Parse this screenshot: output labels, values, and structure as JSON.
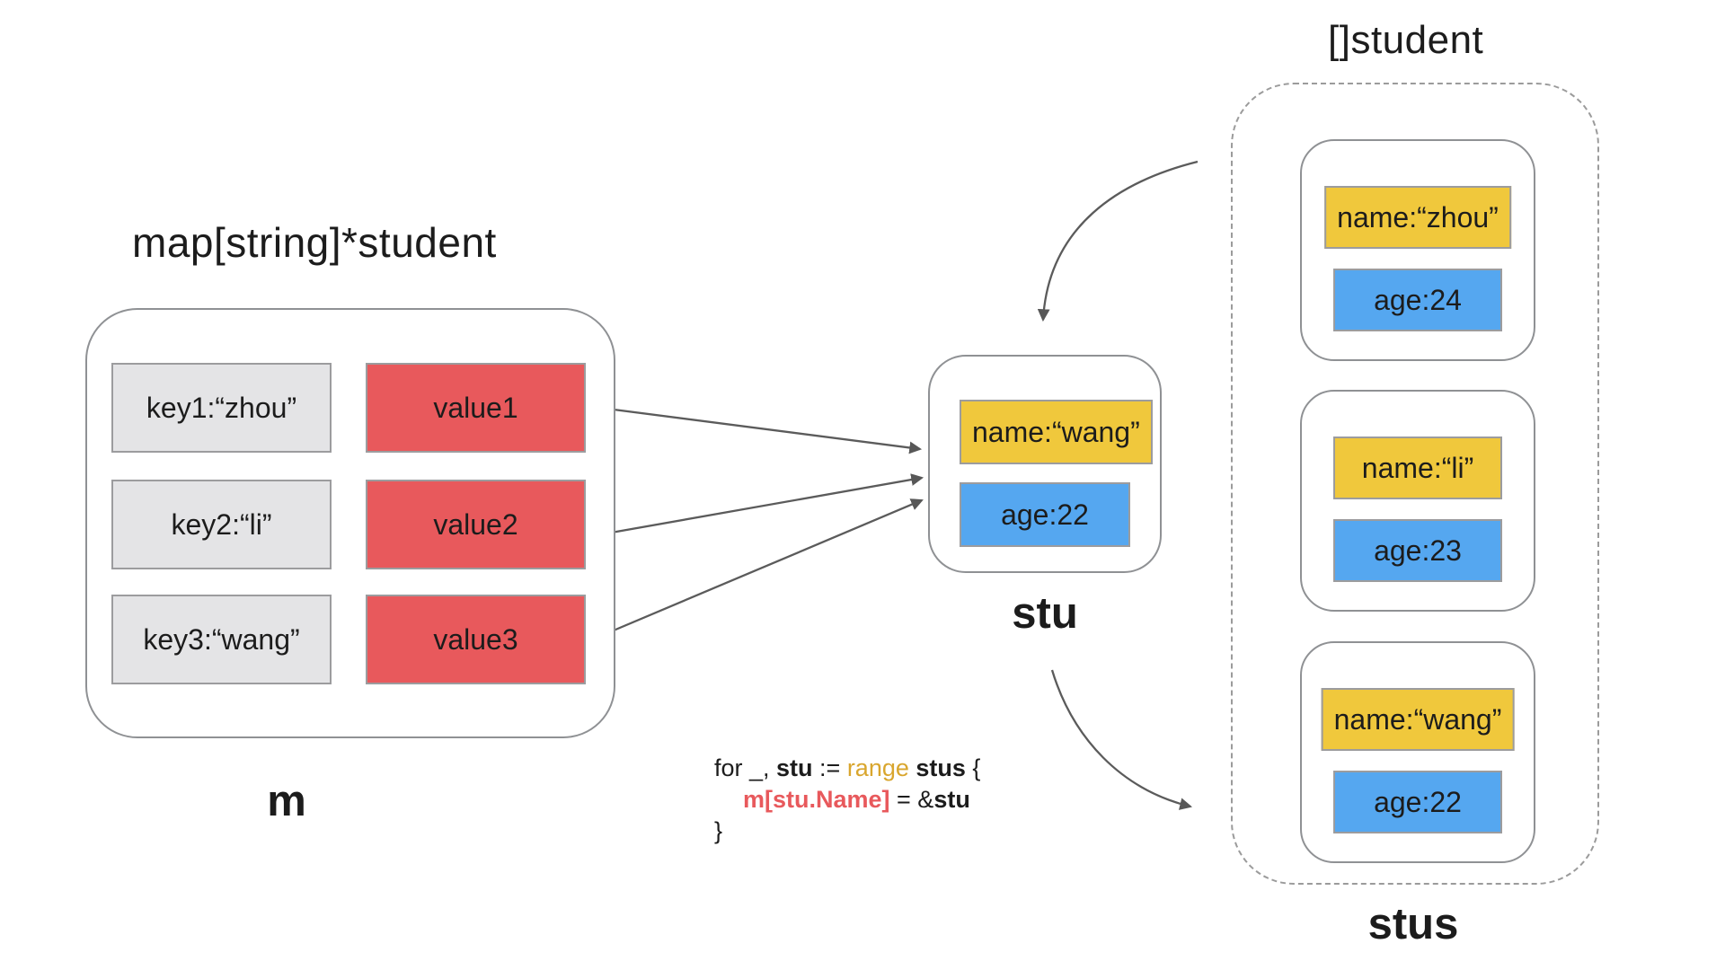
{
  "map_section": {
    "title": "map[string]*student",
    "label": "m",
    "rows": [
      {
        "key": "key1:“zhou”",
        "value": "value1"
      },
      {
        "key": "key2:“li”",
        "value": "value2"
      },
      {
        "key": "key3:“wang”",
        "value": "value3"
      }
    ]
  },
  "stu": {
    "label": "stu",
    "name": "name:“wang”",
    "age": "age:22"
  },
  "slice": {
    "title": "[]student",
    "label": "stus",
    "students": [
      {
        "name": "name:“zhou”",
        "age": "age:24"
      },
      {
        "name": "name:“li”",
        "age": "age:23"
      },
      {
        "name": "name:“wang”",
        "age": "age:22"
      }
    ]
  },
  "code": {
    "l1_for": "for _, ",
    "l1_stu": "stu",
    "l1_decl": " := ",
    "l1_range": "range",
    "l1_stus": " stus",
    "l1_brace": " {",
    "l2_map": "m[stu.Name]",
    "l2_eq": " = &",
    "l2_stu": "stu",
    "l3_brace": "}"
  },
  "colors": {
    "key_gray": "#e4e4e6",
    "value_red": "#e8595c",
    "name_yellow": "#f0c83c",
    "age_blue": "#55a7f0",
    "box_border": "#8f9194",
    "arrow": "#5b5b5b",
    "code_range_gold": "#d9a62e"
  }
}
